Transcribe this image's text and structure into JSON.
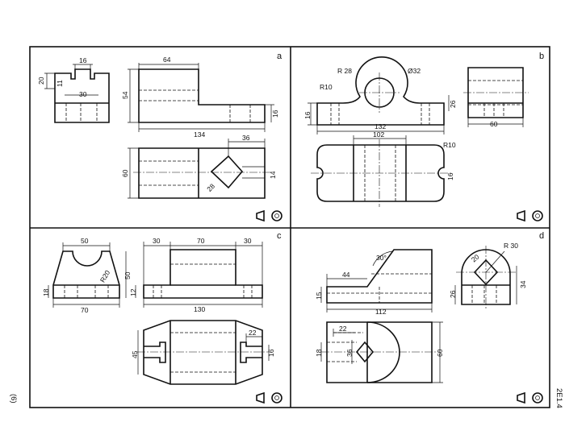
{
  "panels": {
    "a": {
      "label": "a",
      "dims": [
        "16",
        "20",
        "11",
        "30",
        "64",
        "54",
        "16",
        "134",
        "36",
        "60",
        "28",
        "14"
      ]
    },
    "b": {
      "label": "b",
      "dims": [
        "R 28",
        "Ø32",
        "R10",
        "16",
        "26",
        "132",
        "60",
        "102",
        "R10",
        "16"
      ]
    },
    "c": {
      "label": "c",
      "dims": [
        "50",
        "R20",
        "50",
        "18",
        "70",
        "30",
        "70",
        "30",
        "12",
        "130",
        "22",
        "45",
        "16"
      ]
    },
    "d": {
      "label": "d",
      "dims": [
        "30°",
        "44",
        "15",
        "112",
        "20",
        "R 30",
        "26",
        "34",
        "22",
        "18",
        "36",
        "60"
      ]
    }
  },
  "margin": {
    "left_note": "(6)",
    "right_note": "2E1.4"
  }
}
